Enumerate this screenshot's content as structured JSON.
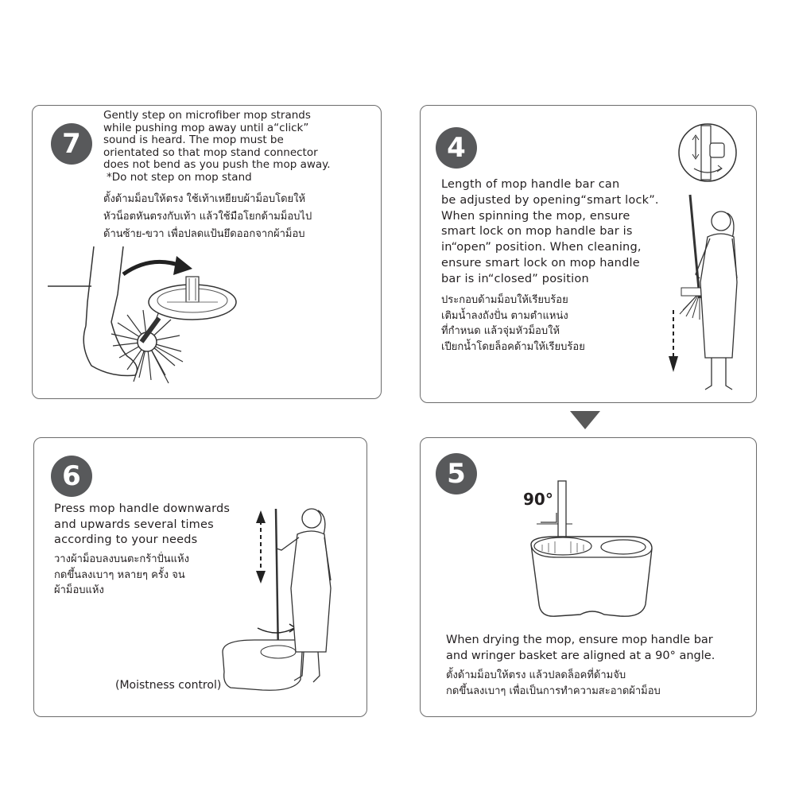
{
  "panels": {
    "p7": {
      "number": "7",
      "lines_en": [
        "Gently step on microfiber mop strands",
        "while pushing mop away until a“click”",
        "sound is heard. The mop must be",
        "orientated so that mop stand connector",
        "does not bend as you push the mop away."
      ],
      "note": "*Do not step on mop stand",
      "lines_th": [
        "ตั้งด้ามม็อบให้ตรง ใช้เท้าเหยียบผ้าม็อบโดยให้",
        "หัวน็อตหันตรงกับเท้า แล้วใช้มือโยกด้ามม็อบไป",
        "ด้านซ้าย-ขวา เพื่อปลดแป้นยึดออกจากผ้าม็อบ"
      ]
    },
    "p4": {
      "number": "4",
      "lines_en": [
        "Length of mop handle bar can",
        "be adjusted by opening“smart lock”.",
        "When spinning the mop, ensure",
        "smart lock on mop handle bar is",
        "in“open” position. When cleaning,",
        "ensure smart lock on mop handle",
        "bar is in“closed” position"
      ],
      "lines_th": [
        "ประกอบด้ามม็อบให้เรียบร้อย",
        "เติมน้ำลงถังปั่น ตามตำแหน่ง",
        "ที่กำหนด  แล้วจุ่มหัวม็อบให้",
        "เปียกน้ำโดยล็อคด้ามให้เรียบร้อย"
      ]
    },
    "p6": {
      "number": "6",
      "lines_en": [
        "Press mop handle downwards",
        "and upwards several times",
        "according to your needs"
      ],
      "lines_th": [
        "วางผ้าม็อบลงบนตะกร้าปั่นแห้ง",
        "กดขึ้นลงเบาๆ หลายๆ ครั้ง จน",
        "ผ้าม็อบแห้ง"
      ],
      "caption": "(Moistness control)"
    },
    "p5": {
      "number": "5",
      "angle": "90°",
      "lines_en": [
        "When drying the mop, ensure mop handle bar",
        "and wringer basket are aligned at a 90° angle."
      ],
      "lines_th": [
        "ตั้งด้ามม็อบให้ตรง แล้วปลดล็อคที่ด้ามจับ",
        "กดขึ้นลงเบาๆ เพื่อเป็นการทำความสะอาดผ้าม็อบ"
      ]
    }
  },
  "colors": {
    "badge": "#58595b",
    "border": "#6b6b6b",
    "arrow": "#595959",
    "text": "#231f20"
  }
}
